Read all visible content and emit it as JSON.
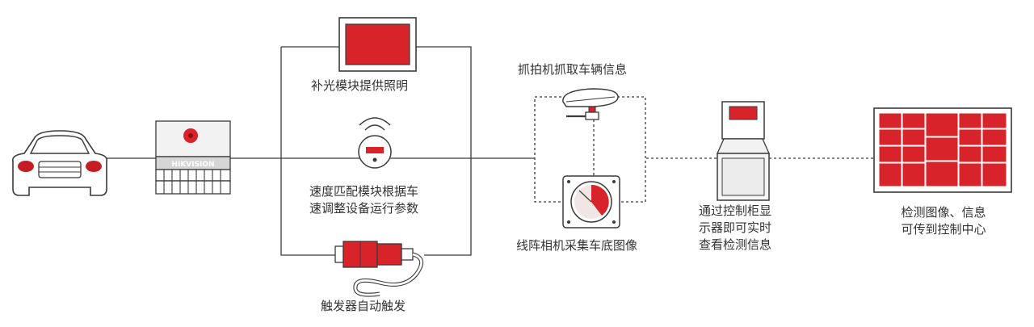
{
  "colors": {
    "accent": "#d8232a",
    "line": "#3a3a3a",
    "body_gray": "#e9e9e9"
  },
  "brand_text": "HIKVISION",
  "labels": {
    "fill_light": "补光模块提供照明",
    "speed_line1": "速度匹配模块根据车",
    "speed_line2": "速调整设备运行参数",
    "trigger": "触发器自动触发",
    "capture": "抓拍机抓取车辆信息",
    "line_camera": "线阵相机采集车底图像",
    "cabinet_line1": "通过控制柜显",
    "cabinet_line2": "示器即可实时",
    "cabinet_line3": "查看检测信息",
    "center_line1": "检测图像、信息",
    "center_line2": "可传到控制中心"
  },
  "icons": {
    "car": "car-front-icon",
    "scanner": "under-vehicle-scanner-icon",
    "fill_light": "fill-light-monitor-icon",
    "speed": "speed-sensor-icon",
    "trigger": "trigger-sensor-icon",
    "capture": "capture-camera-icon",
    "line_camera": "line-scan-camera-icon",
    "cabinet": "control-cabinet-icon",
    "video_wall": "video-wall-icon"
  }
}
